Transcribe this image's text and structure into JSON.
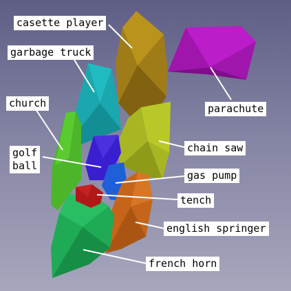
{
  "colors": {
    "casette_player": "#a07c18",
    "garbage_truck": "#1aa7ad",
    "church": "#4db52a",
    "golf_ball": "#3a1fd0",
    "gas_pump": "#1f5fd8",
    "chain_saw": "#a8b624",
    "tench": "#b21818",
    "english_springer": "#c6651a",
    "french_horn": "#1faa55",
    "parachute": "#a016ac"
  },
  "labels": {
    "casette_player": "casette player",
    "garbage_truck": "garbage truck",
    "church": "church",
    "golf_ball_line1": "golf",
    "golf_ball_line2": "ball",
    "parachute": "parachute",
    "chain_saw": "chain saw",
    "gas_pump": "gas pump",
    "tench": "tench",
    "english_springer": "english springer",
    "french_horn": "french horn"
  }
}
